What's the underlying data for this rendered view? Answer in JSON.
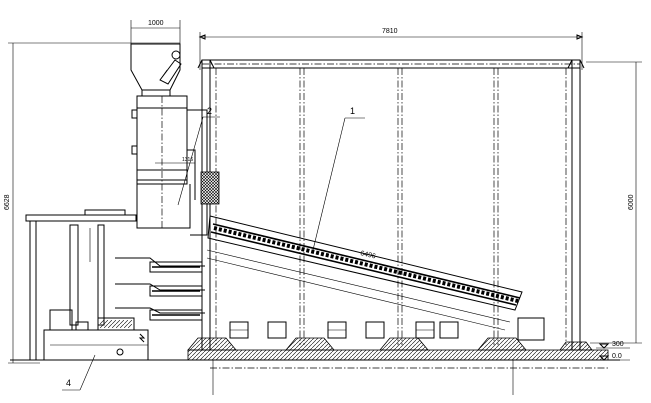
{
  "dimensions": {
    "hopper_width": "1000",
    "overall_width": "7810",
    "overall_height": "6628",
    "frame_height": "6000",
    "inner_gap": "1316",
    "conveyor_length": "6496",
    "level_300": "300",
    "level_0": "0.0"
  },
  "callouts": {
    "item_1": "1",
    "item_2": "2",
    "item_4": "4"
  }
}
